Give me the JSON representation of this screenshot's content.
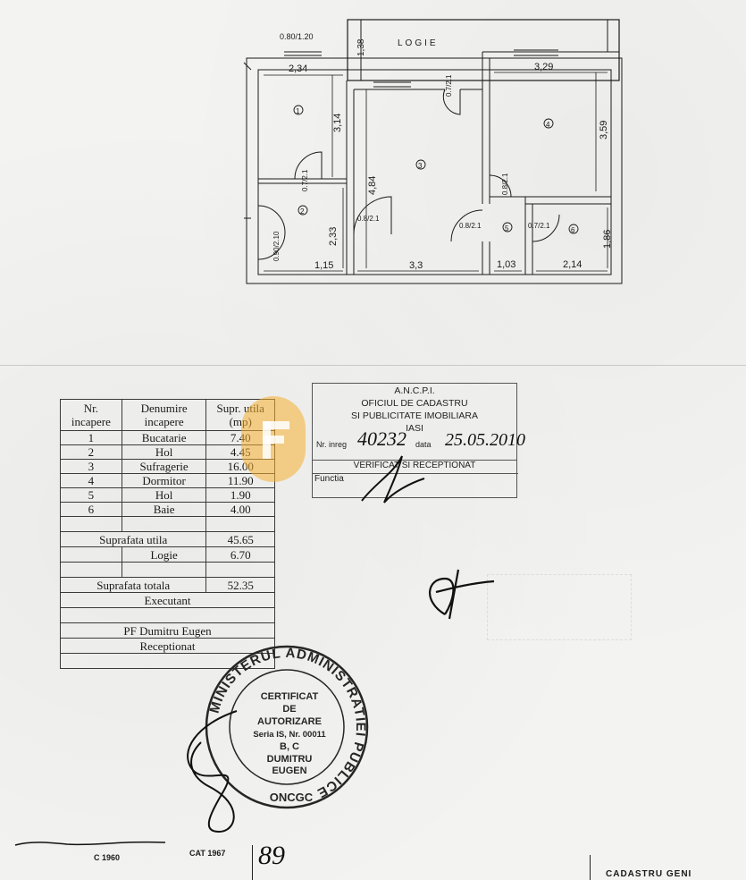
{
  "plan": {
    "window_label": "0.80/1.20",
    "logia_label": "LOGIE",
    "dims": {
      "logia_depth": "1,38",
      "r1_width": "2,34",
      "r1_height": "3,14",
      "r1_door": "0.7/2.1",
      "r2_height": "2,33",
      "r2_door_left": "0.90/2.10",
      "r2_width": "1,15",
      "r3_height": "4,84",
      "r3_door_top": "0.7/2.1",
      "r3_door_left": "0.8/2.1",
      "r3_width": "3,3",
      "r4_width": "3,29",
      "r4_height": "3,59",
      "r4_door": "0.8/2.1",
      "r5_door": "0.8/2.1",
      "r5_width": "1,03",
      "r6_door": "0.7/2.1",
      "r6_width": "2,14",
      "r6_height": "1,86"
    },
    "room_numbers": [
      "1",
      "2",
      "3",
      "4",
      "5",
      "6"
    ]
  },
  "table": {
    "headers": [
      "Nr. incapere",
      "Denumire incapere",
      "Supr. utila (mp)"
    ],
    "rows": [
      {
        "nr": "1",
        "name": "Bucatarie",
        "area": "7.40"
      },
      {
        "nr": "2",
        "name": "Hol",
        "area": "4.45"
      },
      {
        "nr": "3",
        "name": "Sufragerie",
        "area": "16.00"
      },
      {
        "nr": "4",
        "name": "Dormitor",
        "area": "11.90"
      },
      {
        "nr": "5",
        "name": "Hol",
        "area": "1.90"
      },
      {
        "nr": "6",
        "name": "Baie",
        "area": "4.00"
      }
    ],
    "useful_label": "Suprafata utila",
    "useful_value": "45.65",
    "logia_label": "Logie",
    "logia_value": "6.70",
    "total_label": "Suprafata totala",
    "total_value": "52.35",
    "executant_label": "Executant",
    "executant_name": "PF Dumitru Eugen",
    "receptionat_label": "Receptionat"
  },
  "registration_stamp": {
    "line1": "A.N.C.P.I.",
    "line2": "OFICIUL DE CADASTRU",
    "line3": "SI PUBLICITATE IMOBILIARA",
    "line4": "IASI",
    "nr_label": "Nr. inreg",
    "nr_value": "40232",
    "date_label": "data",
    "date_value": "25.05.2010",
    "verified": "VERIFICAT SI RECEPTIONAT",
    "function_label": "Functia"
  },
  "auth_stamp": {
    "ring_text": "MINISTERUL ADMINISTRATIEI PUBLICE",
    "line1": "CERTIFICAT",
    "line2": "DE",
    "line3": "AUTORIZARE",
    "line4": "Seria IS, Nr. 00011",
    "line5": "B, C",
    "line6": "DUMITRU",
    "line7": "EUGEN",
    "bottom": "ONCGC"
  },
  "footer": {
    "code1": "C 1960",
    "code2": "CAT 1967",
    "number": "89",
    "right_text": "CADASTRU GENI"
  },
  "colors": {
    "ink": "#1a1a1a",
    "stamp": "#262626",
    "logo": "#f5b032"
  }
}
